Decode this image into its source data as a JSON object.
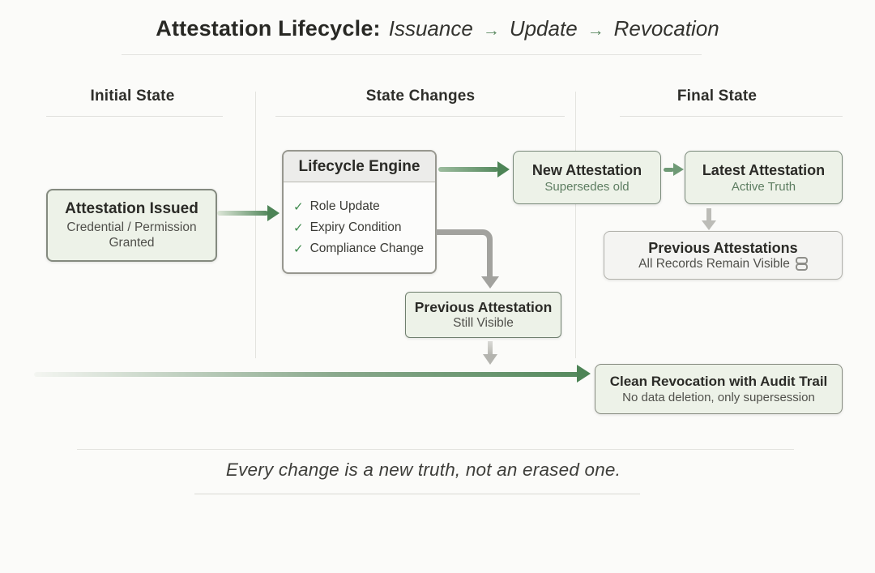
{
  "title": {
    "bold": "Attestation Lifecycle:",
    "stage1": "Issuance",
    "stage2": "Update",
    "stage3": "Revocation",
    "arrow": "→"
  },
  "columns": {
    "initial": "Initial State",
    "changes": "State Changes",
    "final": "Final State"
  },
  "nodes": {
    "attestation_issued": {
      "title": "Attestation Issued",
      "subtitle": "Credential / Permission Granted"
    },
    "lifecycle_engine": {
      "title": "Lifecycle Engine",
      "check": "✓",
      "items": [
        "Role Update",
        "Expiry Condition",
        "Compliance Change"
      ]
    },
    "new_attestation": {
      "title": "New Attestation",
      "subtitle": "Supersedes old"
    },
    "latest_attestation": {
      "title": "Latest Attestation",
      "subtitle": "Active Truth"
    },
    "previous_attestations": {
      "title": "Previous Attestations",
      "subtitle": "All Records Remain Visible"
    },
    "previous_attestation": {
      "title": "Previous Attestation",
      "subtitle": "Still Visible"
    },
    "clean_revocation": {
      "title": "Clean Revocation with Audit Trail",
      "subtitle": "No data deletion, only supersession"
    }
  },
  "footer": {
    "quote": "Every change is a new truth, not an erased one."
  },
  "colors": {
    "accent_green": "#4d8456",
    "box_green_fill": "#edf2e8",
    "gray_arrow": "#a2a29e",
    "background": "#fbfbf9"
  }
}
